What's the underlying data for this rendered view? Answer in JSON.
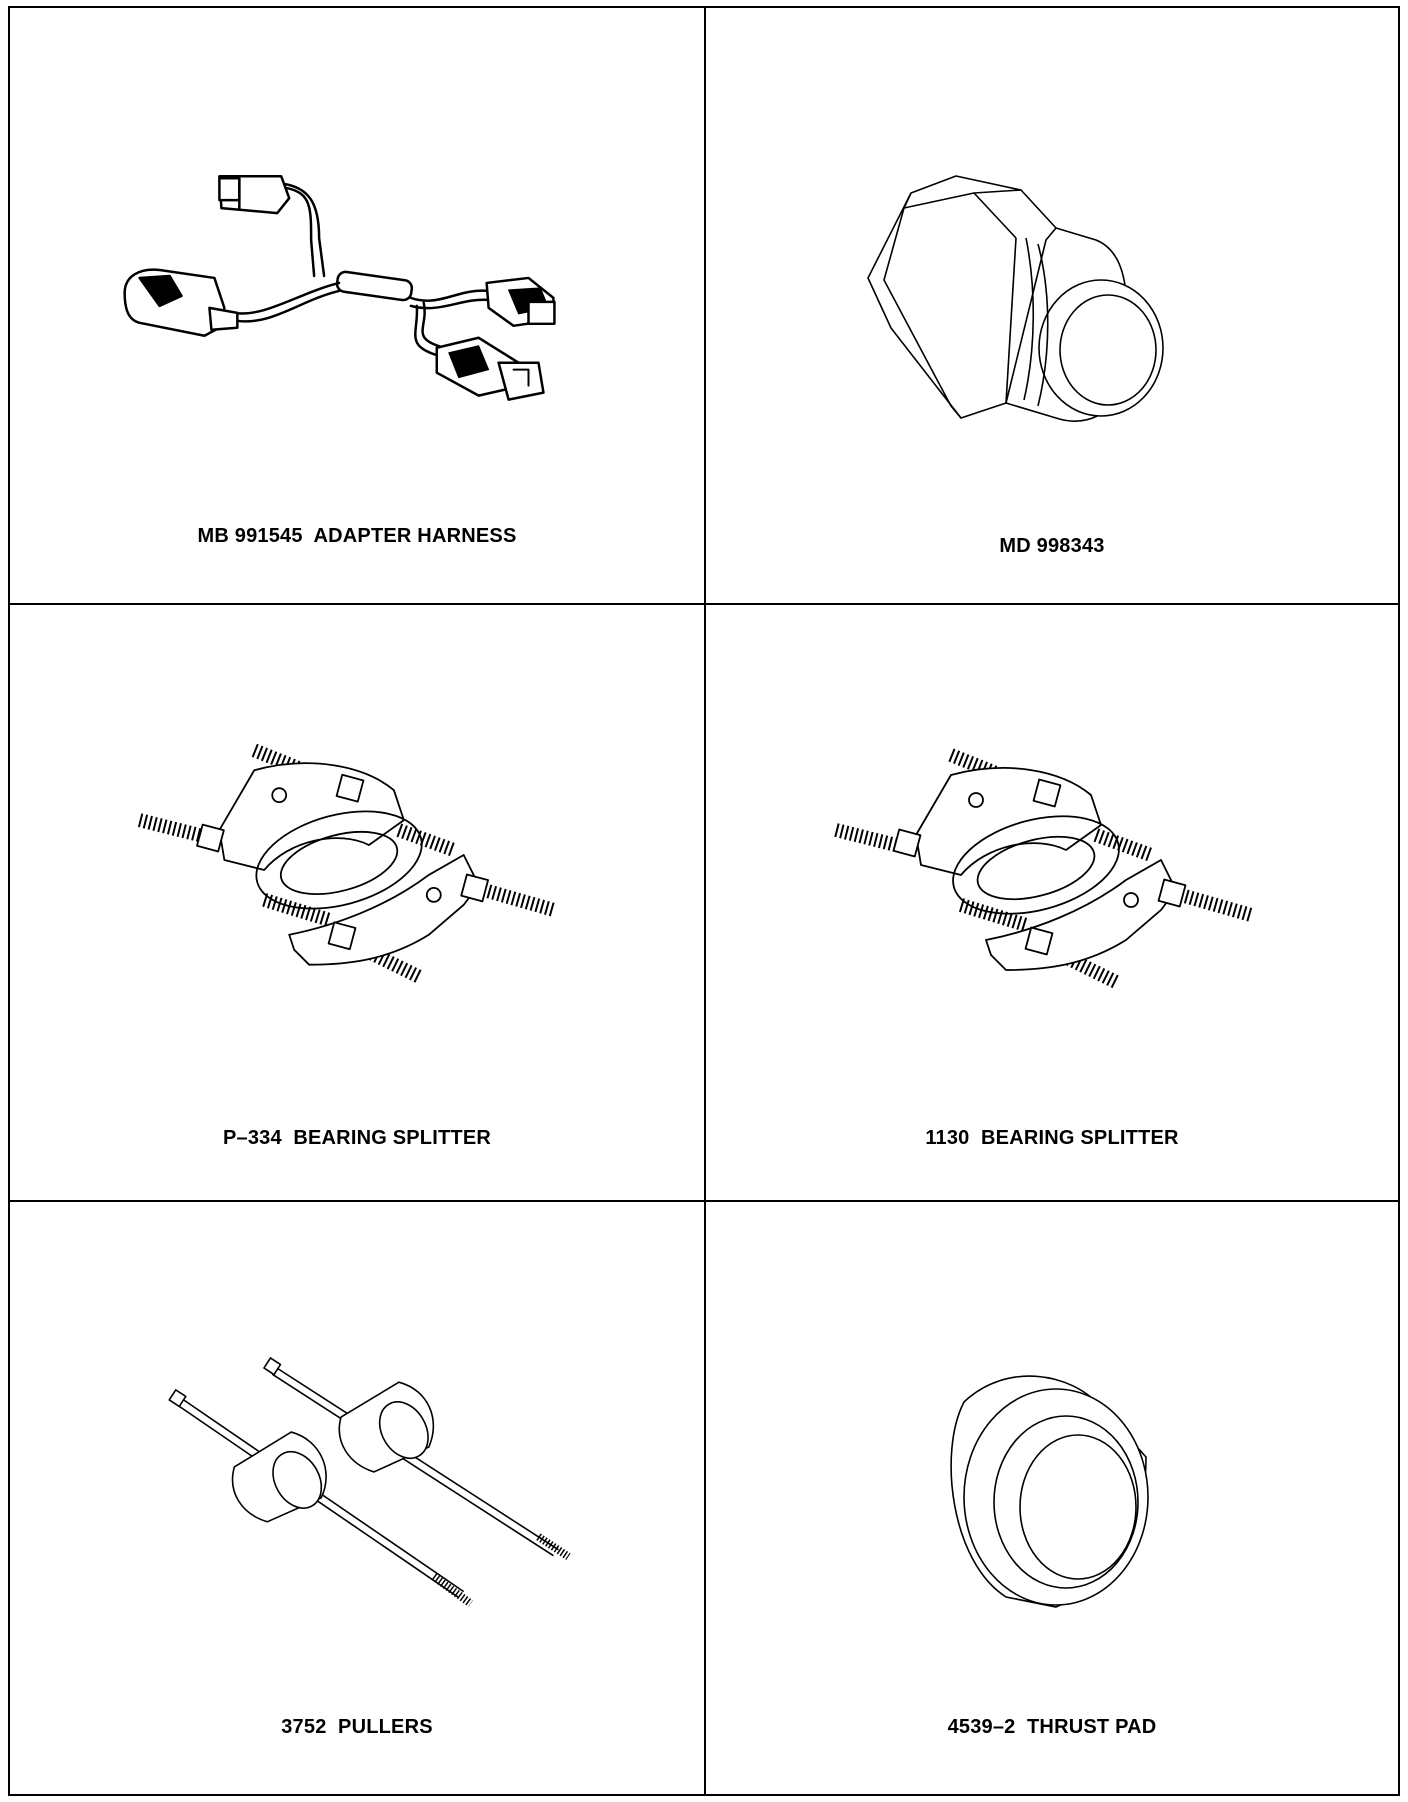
{
  "tools": [
    {
      "caption": "MB 991545  ADAPTER HARNESS",
      "icon": "adapter-harness-icon"
    },
    {
      "caption": "MD 998343",
      "icon": "hex-adapter-icon"
    },
    {
      "caption": "P–334  BEARING SPLITTER",
      "icon": "bearing-splitter-icon"
    },
    {
      "caption": "1130  BEARING SPLITTER",
      "icon": "bearing-splitter-icon"
    },
    {
      "caption": "3752  PULLERS",
      "icon": "pullers-icon"
    },
    {
      "caption": "4539–2  THRUST PAD",
      "icon": "thrust-pad-icon"
    }
  ]
}
